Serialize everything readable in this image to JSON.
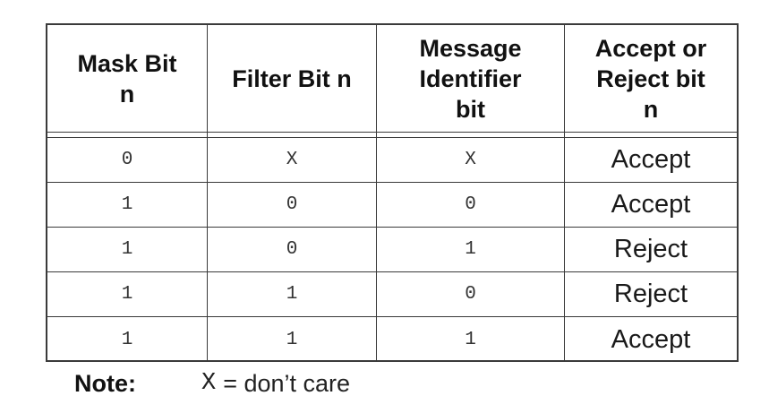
{
  "table": {
    "headers": [
      "Mask Bit\nn",
      "Filter Bit n",
      "Message\nIdentifier\nbit",
      "Accept or\nReject bit\nn"
    ],
    "rows": [
      {
        "mask": "0",
        "filter": "X",
        "message": "X",
        "result": "Accept"
      },
      {
        "mask": "1",
        "filter": "0",
        "message": "0",
        "result": "Accept"
      },
      {
        "mask": "1",
        "filter": "0",
        "message": "1",
        "result": "Reject"
      },
      {
        "mask": "1",
        "filter": "1",
        "message": "0",
        "result": "Reject"
      },
      {
        "mask": "1",
        "filter": "1",
        "message": "1",
        "result": "Accept"
      }
    ]
  },
  "note": {
    "label": "Note:",
    "symbol": "X",
    "text": "= don’t care"
  }
}
